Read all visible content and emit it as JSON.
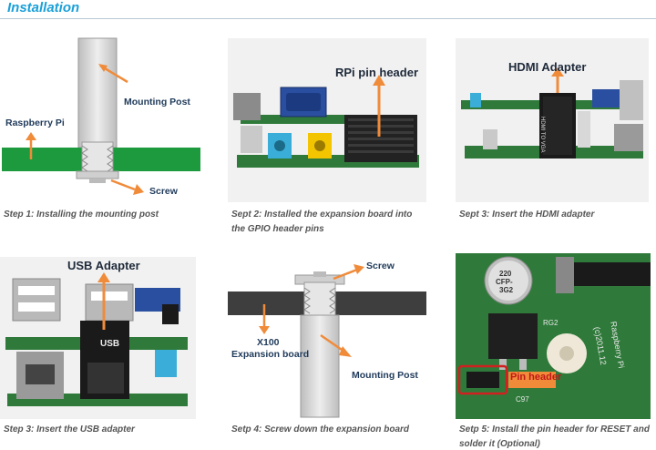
{
  "header": {
    "title": "Installation"
  },
  "steps": [
    {
      "caption": "Step 1:  Installing the mounting post",
      "labels": {
        "post": "Mounting Post",
        "pi": "Raspberry Pi",
        "screw": "Screw"
      }
    },
    {
      "caption_line1": "Sept 2:  Installed the expansion board into",
      "caption_line2": "the GPIO header pins",
      "labels": {
        "header": "RPi pin header"
      }
    },
    {
      "caption": "Sept 3: Insert the HDMI adapter",
      "labels": {
        "adapter": "HDMI Adapter",
        "chip_text": "HDMI TO VGA"
      }
    },
    {
      "caption": "Step 3: Insert the USB adapter",
      "labels": {
        "adapter": "USB Adapter",
        "chip_text": "USB"
      }
    },
    {
      "caption": "Setp 4:  Screw  down the expansion board",
      "labels": {
        "screw": "Screw",
        "board_line1": "X100",
        "board_line2": "Expansion board",
        "post": "Mounting Post"
      }
    },
    {
      "caption_line1": "Setp 5: Install the pin header for RESET and",
      "caption_line2": "solder it (Optional)",
      "labels": {
        "pin": "Pin header",
        "cap1": "220",
        "cap2": "CFP-",
        "cap3": "3G2",
        "rg": "RG2",
        "year": "(c)2011.12",
        "brand": "Raspberry Pi",
        "c97": "C97"
      }
    }
  ]
}
